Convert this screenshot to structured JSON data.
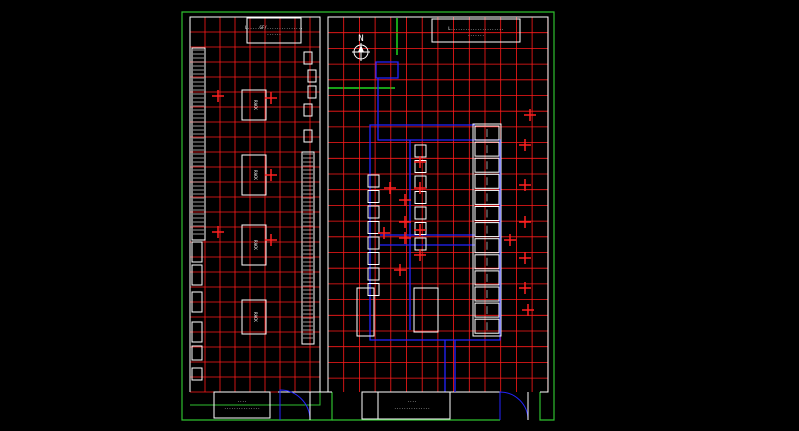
{
  "colors": {
    "background": "#000000",
    "grid": "#ff1a1a",
    "equipment": "#ffffff",
    "walls": "#2fbf2f",
    "cable": "#2424ff",
    "marker": "#ff2020",
    "accent_green": "#1fd81f"
  },
  "compass": {
    "north_label": "N",
    "icon": "north-arrow-icon"
  },
  "left_room": {
    "title_lines": [
      "L.....GF/...............",
      "......"
    ],
    "rack_labels": [
      "RACK",
      "RACK",
      "RACK",
      "RACK"
    ],
    "bottom_title": [
      "....",
      "..............."
    ]
  },
  "right_room": {
    "title_lines": [
      "L......................",
      "......."
    ],
    "bottom_title": [
      "....",
      "..............."
    ],
    "cabinet_count": 13,
    "small_rack_count": 8
  }
}
